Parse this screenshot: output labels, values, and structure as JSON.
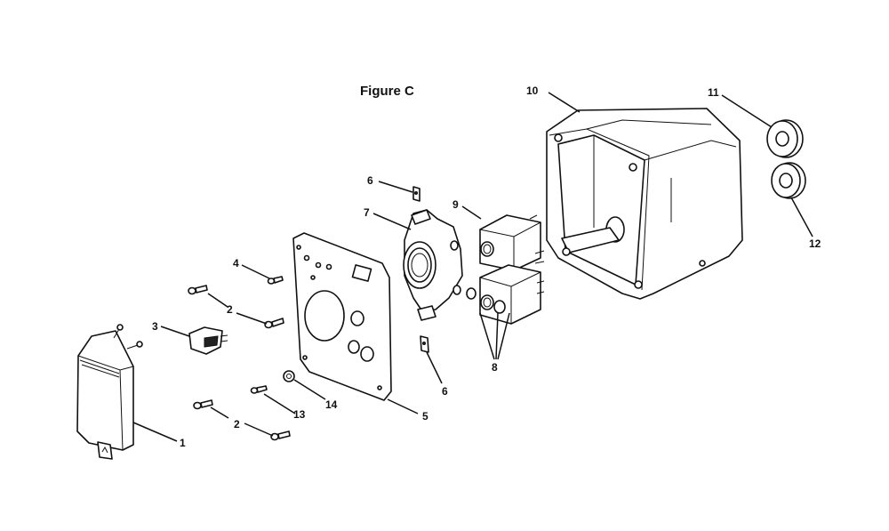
{
  "figure": {
    "title": "Figure C"
  },
  "callouts": [
    {
      "id": "c1",
      "label": "1"
    },
    {
      "id": "c2a",
      "label": "2"
    },
    {
      "id": "c2b",
      "label": "2"
    },
    {
      "id": "c3",
      "label": "3"
    },
    {
      "id": "c4",
      "label": "4"
    },
    {
      "id": "c5",
      "label": "5"
    },
    {
      "id": "c6a",
      "label": "6"
    },
    {
      "id": "c6b",
      "label": "6"
    },
    {
      "id": "c7",
      "label": "7"
    },
    {
      "id": "c8",
      "label": "8"
    },
    {
      "id": "c9",
      "label": "9"
    },
    {
      "id": "c10",
      "label": "10"
    },
    {
      "id": "c11",
      "label": "11"
    },
    {
      "id": "c12",
      "label": "12"
    },
    {
      "id": "c13",
      "label": "13"
    },
    {
      "id": "c14",
      "label": "14"
    }
  ]
}
